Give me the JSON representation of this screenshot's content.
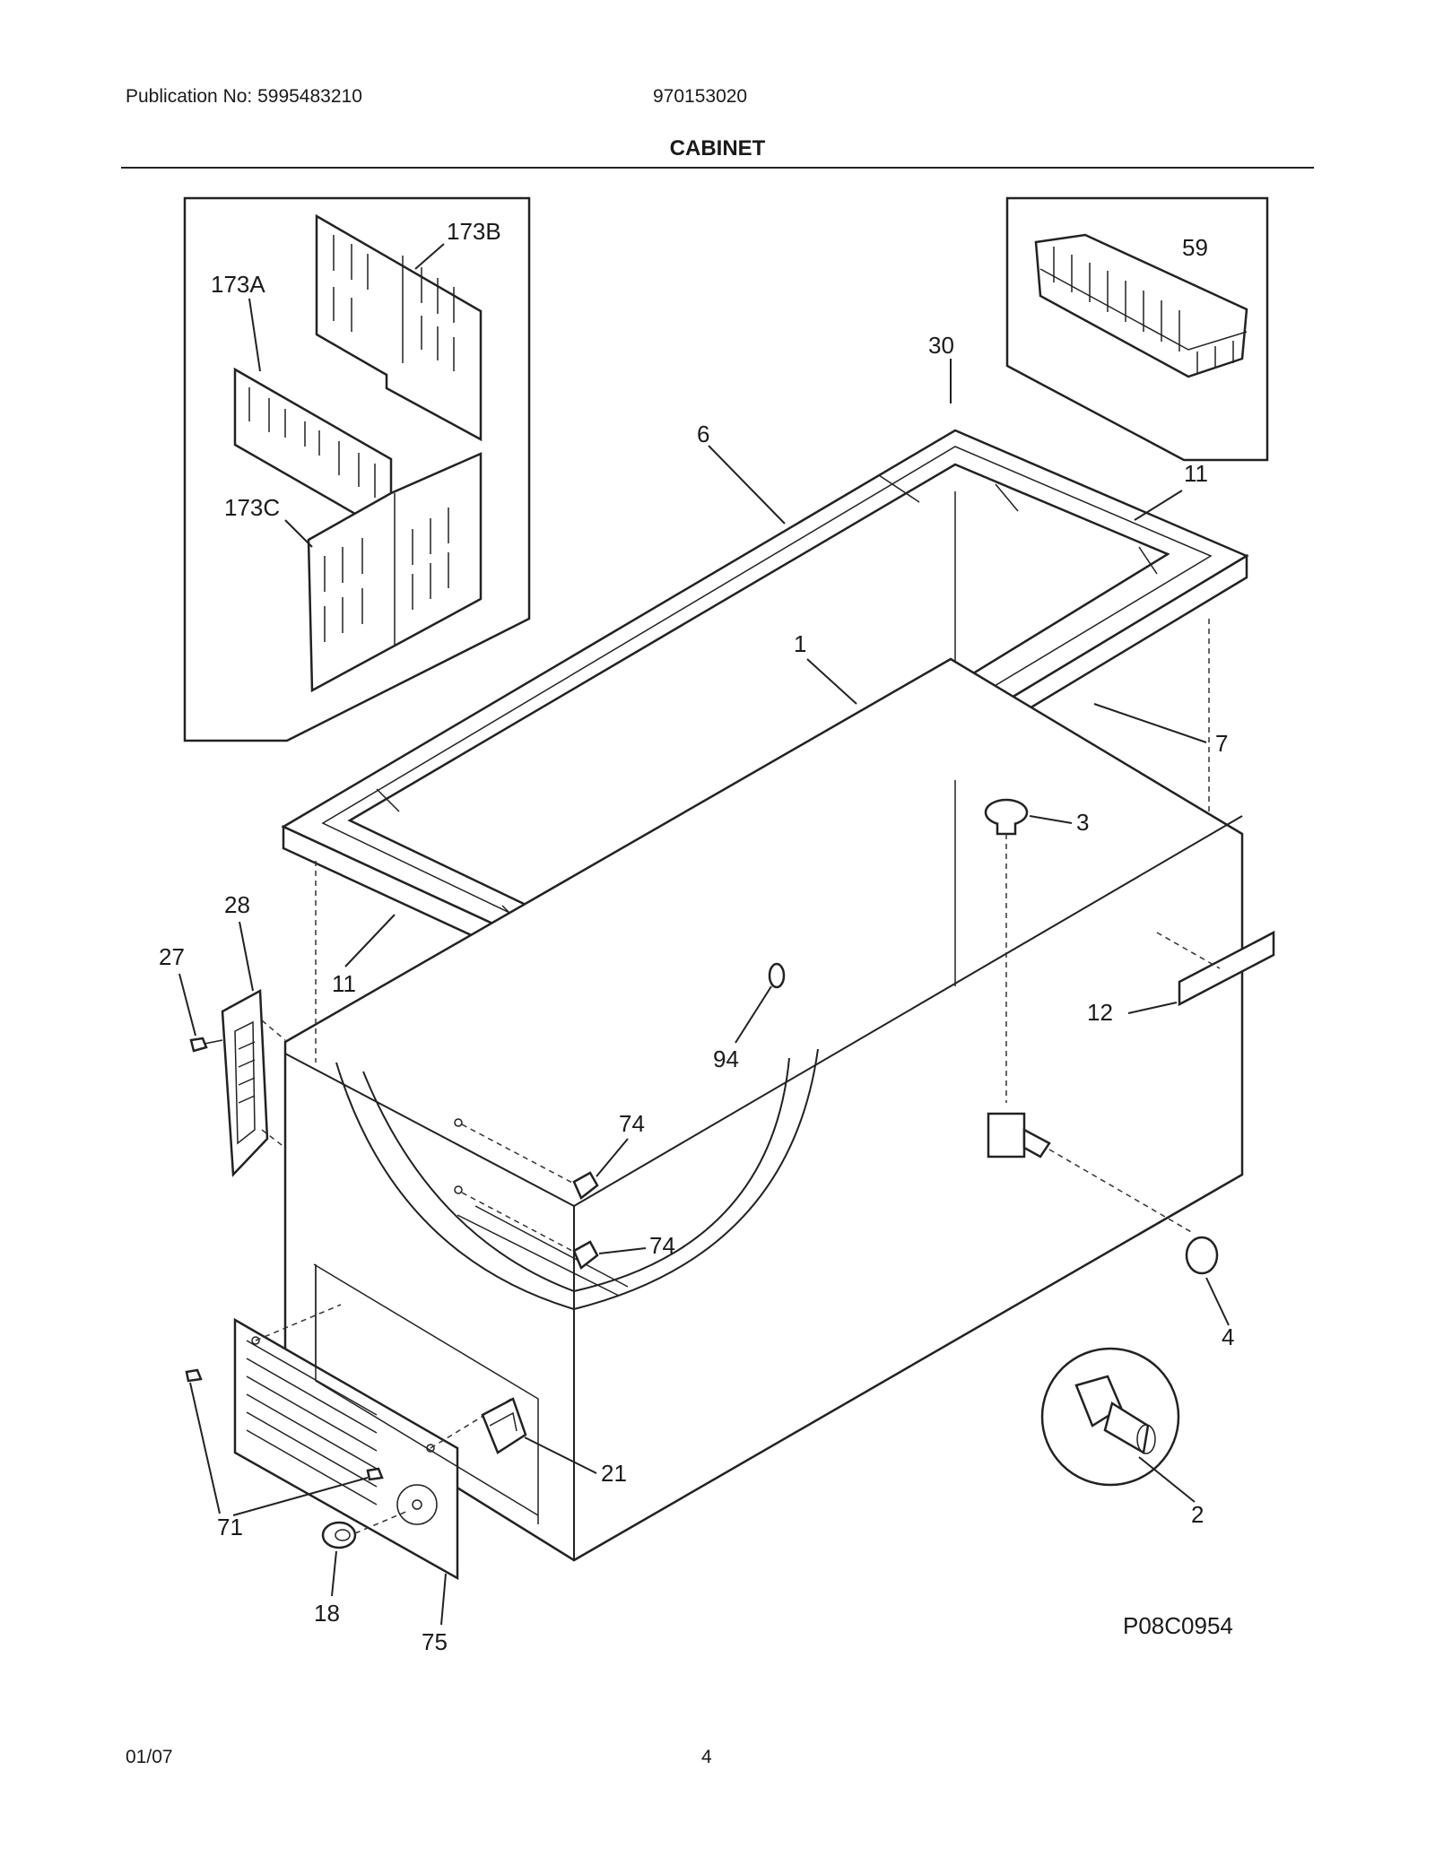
{
  "header": {
    "publication": "Publication No: 5995483210",
    "model": "970153020",
    "title": "CABINET"
  },
  "footer": {
    "date": "01/07",
    "page": "4"
  },
  "diagram": {
    "drawing_id": "P08C0954",
    "callouts": {
      "c173b": "173B",
      "c173a": "173A",
      "c173c": "173C",
      "c59": "59",
      "c30": "30",
      "c6": "6",
      "c11a": "11",
      "c11b": "11",
      "c1": "1",
      "c7": "7",
      "c3": "3",
      "c28": "28",
      "c27": "27",
      "c12": "12",
      "c94": "94",
      "c74a": "74",
      "c74b": "74",
      "c4": "4",
      "c71": "71",
      "c21": "21",
      "c2": "2",
      "c18": "18",
      "c75": "75"
    }
  }
}
